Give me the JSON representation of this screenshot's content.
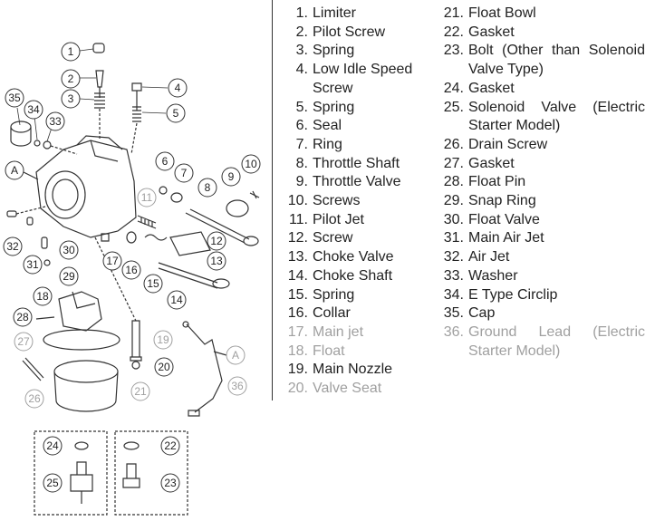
{
  "legend": {
    "col1": [
      {
        "num": "1.",
        "label": "Limiter",
        "faded": false
      },
      {
        "num": "2.",
        "label": "Pilot Screw",
        "faded": false
      },
      {
        "num": "3.",
        "label": "Spring",
        "faded": false
      },
      {
        "num": "4.",
        "label": "Low Idle Speed Screw",
        "faded": false
      },
      {
        "num": "5.",
        "label": "Spring",
        "faded": false
      },
      {
        "num": "6.",
        "label": "Seal",
        "faded": false
      },
      {
        "num": "7.",
        "label": "Ring",
        "faded": false
      },
      {
        "num": "8.",
        "label": "Throttle Shaft",
        "faded": false
      },
      {
        "num": "9.",
        "label": "Throttle Valve",
        "faded": false
      },
      {
        "num": "10.",
        "label": "Screws",
        "faded": false
      },
      {
        "num": "11.",
        "label": "Pilot Jet",
        "faded": false
      },
      {
        "num": "12.",
        "label": "Screw",
        "faded": false
      },
      {
        "num": "13.",
        "label": "Choke Valve",
        "faded": false
      },
      {
        "num": "14.",
        "label": "Choke Shaft",
        "faded": false
      },
      {
        "num": "15.",
        "label": "Spring",
        "faded": false
      },
      {
        "num": "16.",
        "label": "Collar",
        "faded": false
      },
      {
        "num": "17.",
        "label": "Main jet",
        "faded": true
      },
      {
        "num": "18.",
        "label": "Float",
        "faded": true
      },
      {
        "num": "19.",
        "label": "Main Nozzle",
        "faded": false
      },
      {
        "num": "20.",
        "label": "Valve Seat",
        "faded": true
      }
    ],
    "col2": [
      {
        "num": "21.",
        "label": "Float Bowl",
        "faded": false
      },
      {
        "num": "22.",
        "label": "Gasket",
        "faded": false
      },
      {
        "num": "23.",
        "label": "Bolt (Other than Solenoid Valve Type)",
        "faded": false
      },
      {
        "num": "24.",
        "label": "Gasket",
        "faded": false
      },
      {
        "num": "25.",
        "label": "Solenoid Valve (Electric Starter Model)",
        "faded": false
      },
      {
        "num": "26.",
        "label": "Drain Screw",
        "faded": false
      },
      {
        "num": "27.",
        "label": "Gasket",
        "faded": false
      },
      {
        "num": "28.",
        "label": "Float Pin",
        "faded": false
      },
      {
        "num": "29.",
        "label": "Snap Ring",
        "faded": false
      },
      {
        "num": "30.",
        "label": "Float Valve",
        "faded": false
      },
      {
        "num": "31.",
        "label": "Main Air Jet",
        "faded": false
      },
      {
        "num": "32.",
        "label": "Air Jet",
        "faded": false
      },
      {
        "num": "33.",
        "label": "Washer",
        "faded": false
      },
      {
        "num": "34.",
        "label": "E Type Circlip",
        "faded": false
      },
      {
        "num": "35.",
        "label": "Cap",
        "faded": false
      },
      {
        "num": "36.",
        "label": "Ground Lead (Electric Starter Model)",
        "faded": true
      }
    ]
  },
  "callouts": {
    "c1": "1",
    "c2": "2",
    "c3": "3",
    "c4": "4",
    "c5": "5",
    "c6": "6",
    "c7": "7",
    "c8": "8",
    "c9": "9",
    "c10": "10",
    "c11": "11",
    "c12": "12",
    "c13": "13",
    "c14": "14",
    "c15": "15",
    "c16": "16",
    "c17": "17",
    "c18": "18",
    "c19": "19",
    "c20": "20",
    "c21": "21",
    "c22": "22",
    "c23": "23",
    "c24": "24",
    "c25": "25",
    "c26": "26",
    "c27": "27",
    "c28": "28",
    "c29": "29",
    "c30": "30",
    "c31": "31",
    "c32": "32",
    "c33": "33",
    "c34": "34",
    "c35": "35",
    "c36": "36",
    "refA": "A"
  },
  "colors": {
    "line": "#333333",
    "faded": "#a0a0a0"
  }
}
